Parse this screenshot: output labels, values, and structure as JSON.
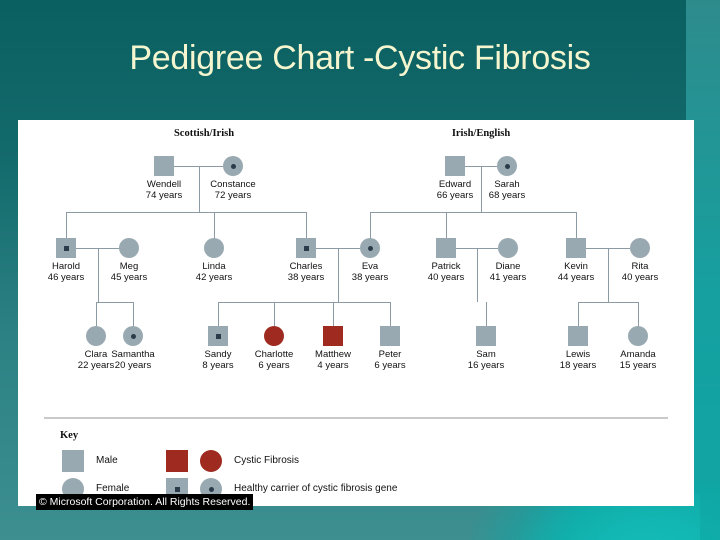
{
  "slide": {
    "title": "Pedigree Chart -Cystic Fibrosis",
    "title_color": "#f5f6d0",
    "background_color": "#146b6c",
    "accent_color": "#0fa6a4",
    "copyright": "© Microsoft Corporation. All Rights Reserved."
  },
  "chart_data": {
    "type": "diagram",
    "title": "Pedigree Chart -Cystic Fibrosis",
    "colors": {
      "unaffected": "#98a9b1",
      "affected": "#9e2a20",
      "carrier_dot": "#2b3b4a",
      "line": "#8b9aa3"
    },
    "family_titles": [
      {
        "label": "Scottish/Irish"
      },
      {
        "label": "Irish/English"
      }
    ],
    "generations": [
      {
        "index": 1,
        "people": [
          {
            "name": "Wendell",
            "age": "74 years",
            "sex": "male",
            "status": "unaffected"
          },
          {
            "name": "Constance",
            "age": "72 years",
            "sex": "female",
            "status": "carrier"
          },
          {
            "name": "Edward",
            "age": "66 years",
            "sex": "male",
            "status": "unaffected"
          },
          {
            "name": "Sarah",
            "age": "68 years",
            "sex": "female",
            "status": "carrier"
          }
        ]
      },
      {
        "index": 2,
        "people": [
          {
            "name": "Harold",
            "age": "46 years",
            "sex": "male",
            "status": "carrier"
          },
          {
            "name": "Meg",
            "age": "45 years",
            "sex": "female",
            "status": "unaffected"
          },
          {
            "name": "Linda",
            "age": "42 years",
            "sex": "female",
            "status": "unaffected"
          },
          {
            "name": "Charles",
            "age": "38 years",
            "sex": "male",
            "status": "carrier"
          },
          {
            "name": "Eva",
            "age": "38 years",
            "sex": "female",
            "status": "carrier"
          },
          {
            "name": "Patrick",
            "age": "40 years",
            "sex": "male",
            "status": "unaffected"
          },
          {
            "name": "Diane",
            "age": "41 years",
            "sex": "female",
            "status": "unaffected"
          },
          {
            "name": "Kevin",
            "age": "44 years",
            "sex": "male",
            "status": "unaffected"
          },
          {
            "name": "Rita",
            "age": "40 years",
            "sex": "female",
            "status": "unaffected"
          }
        ]
      },
      {
        "index": 3,
        "people": [
          {
            "name": "Clara",
            "age": "22 years",
            "sex": "female",
            "status": "unaffected"
          },
          {
            "name": "Samantha",
            "age": "20 years",
            "sex": "female",
            "status": "carrier"
          },
          {
            "name": "Sandy",
            "age": "8 years",
            "sex": "male",
            "status": "carrier"
          },
          {
            "name": "Charlotte",
            "age": "6 years",
            "sex": "female",
            "status": "affected"
          },
          {
            "name": "Matthew",
            "age": "4 years",
            "sex": "male",
            "status": "affected"
          },
          {
            "name": "Peter",
            "age": "6 years",
            "sex": "male",
            "status": "unaffected"
          },
          {
            "name": "Sam",
            "age": "16 years",
            "sex": "male",
            "status": "unaffected"
          },
          {
            "name": "Lewis",
            "age": "18 years",
            "sex": "male",
            "status": "unaffected"
          },
          {
            "name": "Amanda",
            "age": "15 years",
            "sex": "female",
            "status": "unaffected"
          }
        ]
      }
    ],
    "key": {
      "heading": "Key",
      "entries": [
        {
          "label": "Male",
          "sex": "male",
          "status": "unaffected"
        },
        {
          "label": "Female",
          "sex": "female",
          "status": "unaffected"
        },
        {
          "label": "Cystic Fibrosis",
          "status": "affected"
        },
        {
          "label": "Healthy carrier of cystic fibrosis gene",
          "status": "carrier"
        }
      ]
    }
  }
}
